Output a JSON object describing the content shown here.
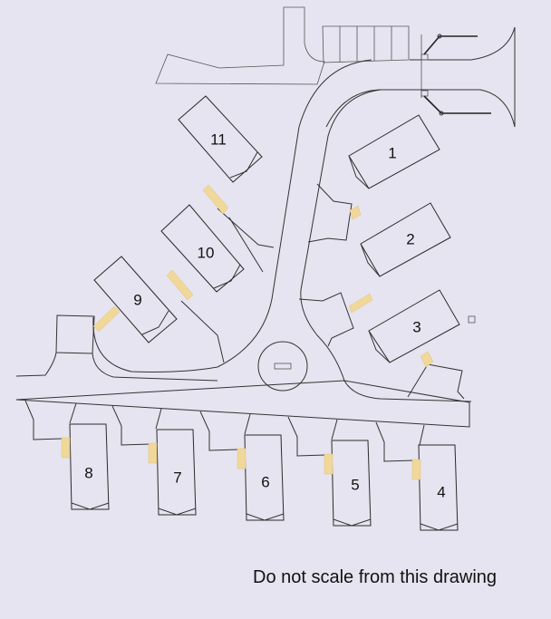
{
  "drawing": {
    "type": "site-plan",
    "disclaimer": "Do not scale from this drawing",
    "colors": {
      "background": "#e6e4f0",
      "linework": "#333333",
      "tactile_paving": "#f0d89a"
    }
  },
  "plots": [
    {
      "id": "1",
      "label": "1"
    },
    {
      "id": "2",
      "label": "2"
    },
    {
      "id": "3",
      "label": "3"
    },
    {
      "id": "4",
      "label": "4"
    },
    {
      "id": "5",
      "label": "5"
    },
    {
      "id": "6",
      "label": "6"
    },
    {
      "id": "7",
      "label": "7"
    },
    {
      "id": "8",
      "label": "8"
    },
    {
      "id": "9",
      "label": "9"
    },
    {
      "id": "10",
      "label": "10"
    },
    {
      "id": "11",
      "label": "11"
    }
  ],
  "features": {
    "parking_bays": 5,
    "entrance_gates": 2,
    "turning_circle": true
  }
}
